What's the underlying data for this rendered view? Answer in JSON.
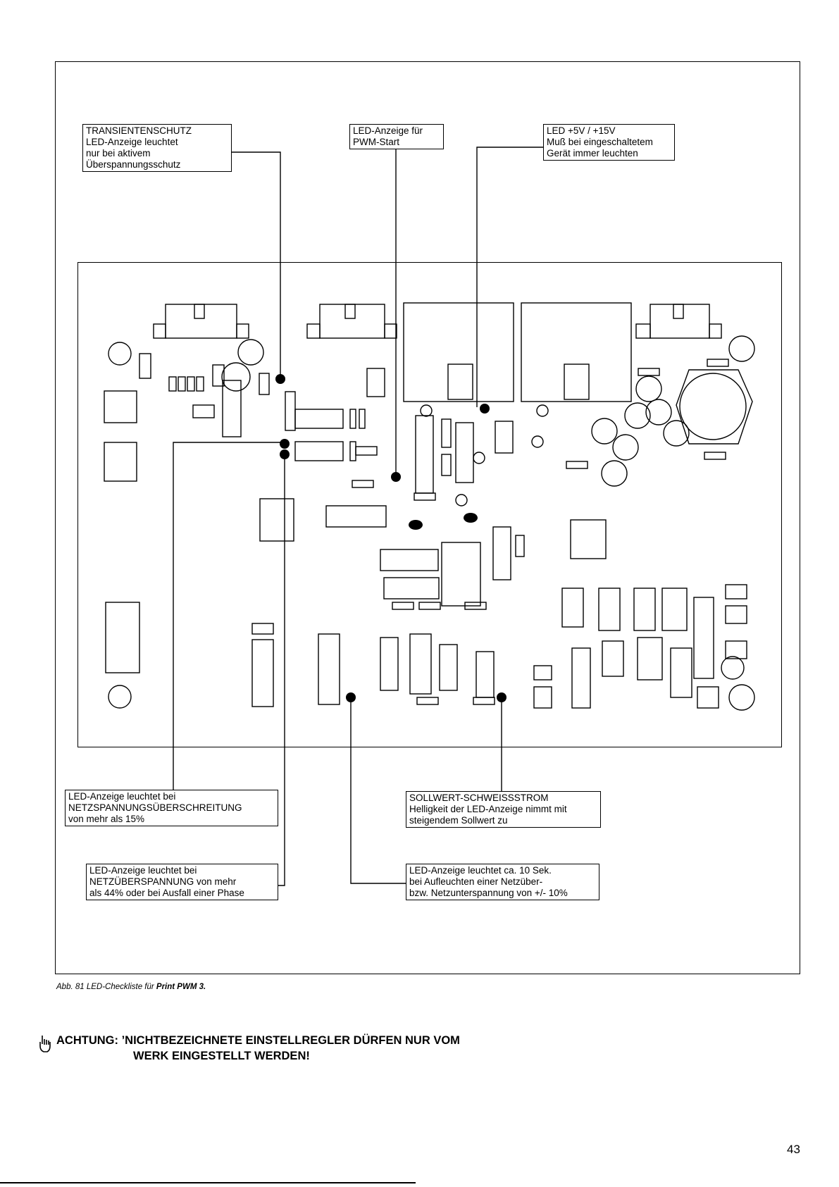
{
  "callouts": {
    "transient": {
      "lines": [
        "TRANSIENTENSCHUTZ",
        "LED-Anzeige leuchtet",
        "nur bei aktivem",
        "Überspannungsschutz"
      ]
    },
    "pwm": {
      "lines": [
        "LED-Anzeige für",
        "PWM-Start"
      ]
    },
    "led5v": {
      "lines": [
        "LED +5V / +15V",
        "Muß bei eingeschaltetem",
        "Gerät immer leuchten"
      ]
    },
    "netz15": {
      "lines": [
        "LED-Anzeige leuchtet bei",
        "NETZSPANNUNGSÜBERSCHREITUNG",
        "von mehr als 15%"
      ]
    },
    "netz44": {
      "lines": [
        "LED-Anzeige leuchtet bei",
        "NETZÜBERSPANNUNG von mehr",
        "als 44% oder bei Ausfall einer Phase"
      ]
    },
    "sollwert": {
      "lines": [
        "SOLLWERT-SCHWEISSSTROM",
        "Helligkeit der LED-Anzeige nimmt mit",
        "steigendem Sollwert zu"
      ]
    },
    "netz10": {
      "lines": [
        "LED-Anzeige leuchtet ca. 10 Sek.",
        "bei Aufleuchten einer Netzüber-",
        "bzw. Netzunterspannung von +/- 10%"
      ]
    }
  },
  "caption": {
    "prefix": "Abb. 81  LED-Checkliste für ",
    "bold": "Print PWM 3."
  },
  "warning": {
    "line1": "ACHTUNG: ’NICHTBEZEICHNETE EINSTELLREGLER DÜRFEN NUR VOM",
    "line2": "WERK EINGESTELLT WERDEN!",
    "icon": "pointing-hand-icon"
  },
  "page_number": "43"
}
